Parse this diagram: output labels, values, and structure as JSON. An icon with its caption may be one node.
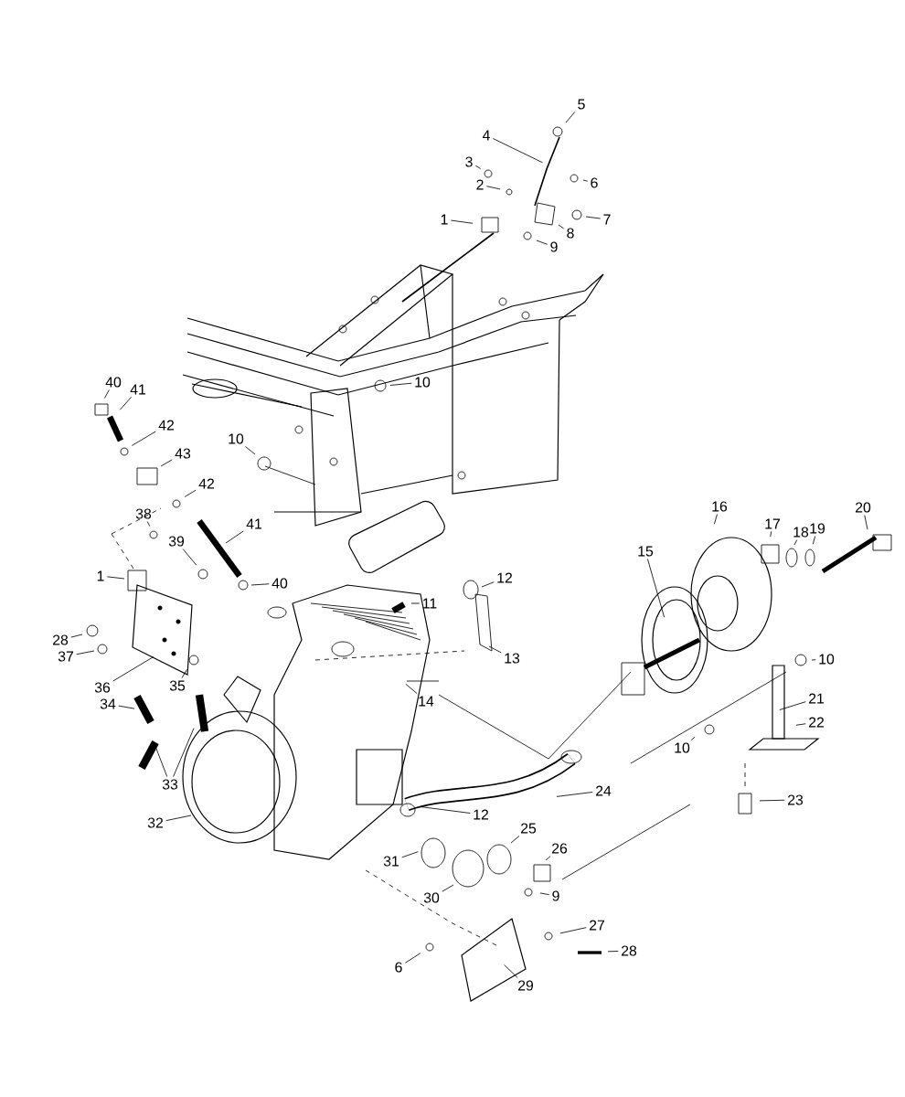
{
  "diagram": {
    "nodes": [
      {
        "text": [
          "5"
        ]
      },
      {
        "text": [
          "4"
        ]
      },
      {
        "text": [
          "3"
        ]
      },
      {
        "text": [
          "6"
        ]
      },
      {
        "text": [
          "2"
        ]
      },
      {
        "text": [
          "7"
        ]
      },
      {
        "text": [
          "1"
        ]
      },
      {
        "text": [
          "8"
        ]
      },
      {
        "text": [
          "9"
        ]
      },
      {
        "text": [
          "10"
        ]
      },
      {
        "text": [
          "40"
        ]
      },
      {
        "text": [
          "41"
        ]
      },
      {
        "text": [
          "42"
        ]
      },
      {
        "text": [
          "10"
        ]
      },
      {
        "text": [
          "43"
        ]
      },
      {
        "text": [
          "42"
        ]
      },
      {
        "text": [
          "20"
        ]
      },
      {
        "text": [
          "16"
        ]
      },
      {
        "text": [
          "38"
        ]
      },
      {
        "text": [
          "17"
        ]
      },
      {
        "text": [
          "41"
        ]
      },
      {
        "text": [
          "19"
        ]
      },
      {
        "text": [
          "18"
        ]
      },
      {
        "text": [
          "39"
        ]
      },
      {
        "text": [
          "15"
        ]
      },
      {
        "text": [
          "1"
        ]
      },
      {
        "text": [
          "12"
        ]
      },
      {
        "text": [
          "40"
        ]
      },
      {
        "text": [
          "11"
        ]
      },
      {
        "text": [
          "28"
        ]
      },
      {
        "text": [
          "13"
        ]
      },
      {
        "text": [
          "37"
        ]
      },
      {
        "text": [
          "10"
        ]
      },
      {
        "text": [
          "36"
        ]
      },
      {
        "text": [
          "35"
        ]
      },
      {
        "text": [
          "21"
        ]
      },
      {
        "text": [
          "14"
        ]
      },
      {
        "text": [
          "34"
        ]
      },
      {
        "text": [
          "22"
        ]
      },
      {
        "text": [
          "10"
        ]
      },
      {
        "text": [
          "33"
        ]
      },
      {
        "text": [
          "24"
        ]
      },
      {
        "text": [
          "23"
        ]
      },
      {
        "text": [
          "12"
        ]
      },
      {
        "text": [
          "32"
        ]
      },
      {
        "text": [
          "25"
        ]
      },
      {
        "text": [
          "31"
        ]
      },
      {
        "text": [
          "26"
        ]
      },
      {
        "text": [
          "30"
        ]
      },
      {
        "text": [
          "9"
        ]
      },
      {
        "text": [
          "27"
        ]
      },
      {
        "text": [
          "28"
        ]
      },
      {
        "text": [
          "6"
        ]
      },
      {
        "text": [
          "29"
        ]
      }
    ],
    "edges": [
      {
        "from": 0,
        "to": null,
        "arrow": "none"
      },
      {
        "from": 1,
        "to": null,
        "arrow": "none"
      },
      {
        "from": 2,
        "to": null,
        "arrow": "none"
      },
      {
        "from": 3,
        "to": null,
        "arrow": "none"
      },
      {
        "from": 4,
        "to": null,
        "arrow": "none"
      },
      {
        "from": 5,
        "to": null,
        "arrow": "none"
      },
      {
        "from": 6,
        "to": null,
        "arrow": "none"
      },
      {
        "from": 7,
        "to": null,
        "arrow": "none"
      },
      {
        "from": 8,
        "to": null,
        "arrow": "none"
      },
      {
        "from": 9,
        "to": null,
        "arrow": "none"
      },
      {
        "from": 10,
        "to": null,
        "arrow": "none"
      },
      {
        "from": 11,
        "to": null,
        "arrow": "none"
      },
      {
        "from": 12,
        "to": null,
        "arrow": "none"
      },
      {
        "from": 13,
        "to": null,
        "arrow": "none"
      },
      {
        "from": 14,
        "to": null,
        "arrow": "none"
      },
      {
        "from": 15,
        "to": null,
        "arrow": "none"
      },
      {
        "from": 16,
        "to": null,
        "arrow": "none"
      },
      {
        "from": 17,
        "to": null,
        "arrow": "none"
      },
      {
        "from": 18,
        "to": null,
        "arrow": "none"
      },
      {
        "from": 19,
        "to": null,
        "arrow": "none"
      },
      {
        "from": 20,
        "to": null,
        "arrow": "none"
      },
      {
        "from": 21,
        "to": null,
        "arrow": "none"
      },
      {
        "from": 22,
        "to": null,
        "arrow": "none"
      },
      {
        "from": 23,
        "to": null,
        "arrow": "none"
      },
      {
        "from": 24,
        "to": null,
        "arrow": "none"
      },
      {
        "from": 25,
        "to": null,
        "arrow": "none"
      },
      {
        "from": 26,
        "to": null,
        "arrow": "none"
      },
      {
        "from": 27,
        "to": null,
        "arrow": "none"
      },
      {
        "from": 28,
        "to": null,
        "arrow": "none"
      },
      {
        "from": 29,
        "to": null,
        "arrow": "none"
      },
      {
        "from": 30,
        "to": null,
        "arrow": "none"
      },
      {
        "from": 31,
        "to": null,
        "arrow": "none"
      },
      {
        "from": 32,
        "to": null,
        "arrow": "none"
      },
      {
        "from": 33,
        "to": null,
        "arrow": "none"
      },
      {
        "from": 34,
        "to": null,
        "arrow": "none"
      },
      {
        "from": 35,
        "to": null,
        "arrow": "none"
      },
      {
        "from": 36,
        "to": null,
        "arrow": "none"
      },
      {
        "from": 37,
        "to": null,
        "arrow": "none"
      },
      {
        "from": 38,
        "to": null,
        "arrow": "none"
      },
      {
        "from": 39,
        "to": null,
        "arrow": "none"
      },
      {
        "from": 40,
        "to": null,
        "arrow": "none"
      },
      {
        "from": 41,
        "to": null,
        "arrow": "none"
      },
      {
        "from": 42,
        "to": null,
        "arrow": "none"
      },
      {
        "from": 43,
        "to": null,
        "arrow": "none"
      },
      {
        "from": 44,
        "to": null,
        "arrow": "none"
      },
      {
        "from": 45,
        "to": null,
        "arrow": "none"
      },
      {
        "from": 46,
        "to": null,
        "arrow": "none"
      },
      {
        "from": 47,
        "to": null,
        "arrow": "none"
      },
      {
        "from": 48,
        "to": null,
        "arrow": "none"
      },
      {
        "from": 49,
        "to": null,
        "arrow": "none"
      },
      {
        "from": 50,
        "to": null,
        "arrow": "none"
      },
      {
        "from": 51,
        "to": null,
        "arrow": "none"
      },
      {
        "from": 52,
        "to": null,
        "arrow": "none"
      },
      {
        "from": 53,
        "to": null,
        "arrow": "none"
      },
      {
        "from": 40,
        "to": null,
        "arrow": "none"
      }
    ]
  }
}
